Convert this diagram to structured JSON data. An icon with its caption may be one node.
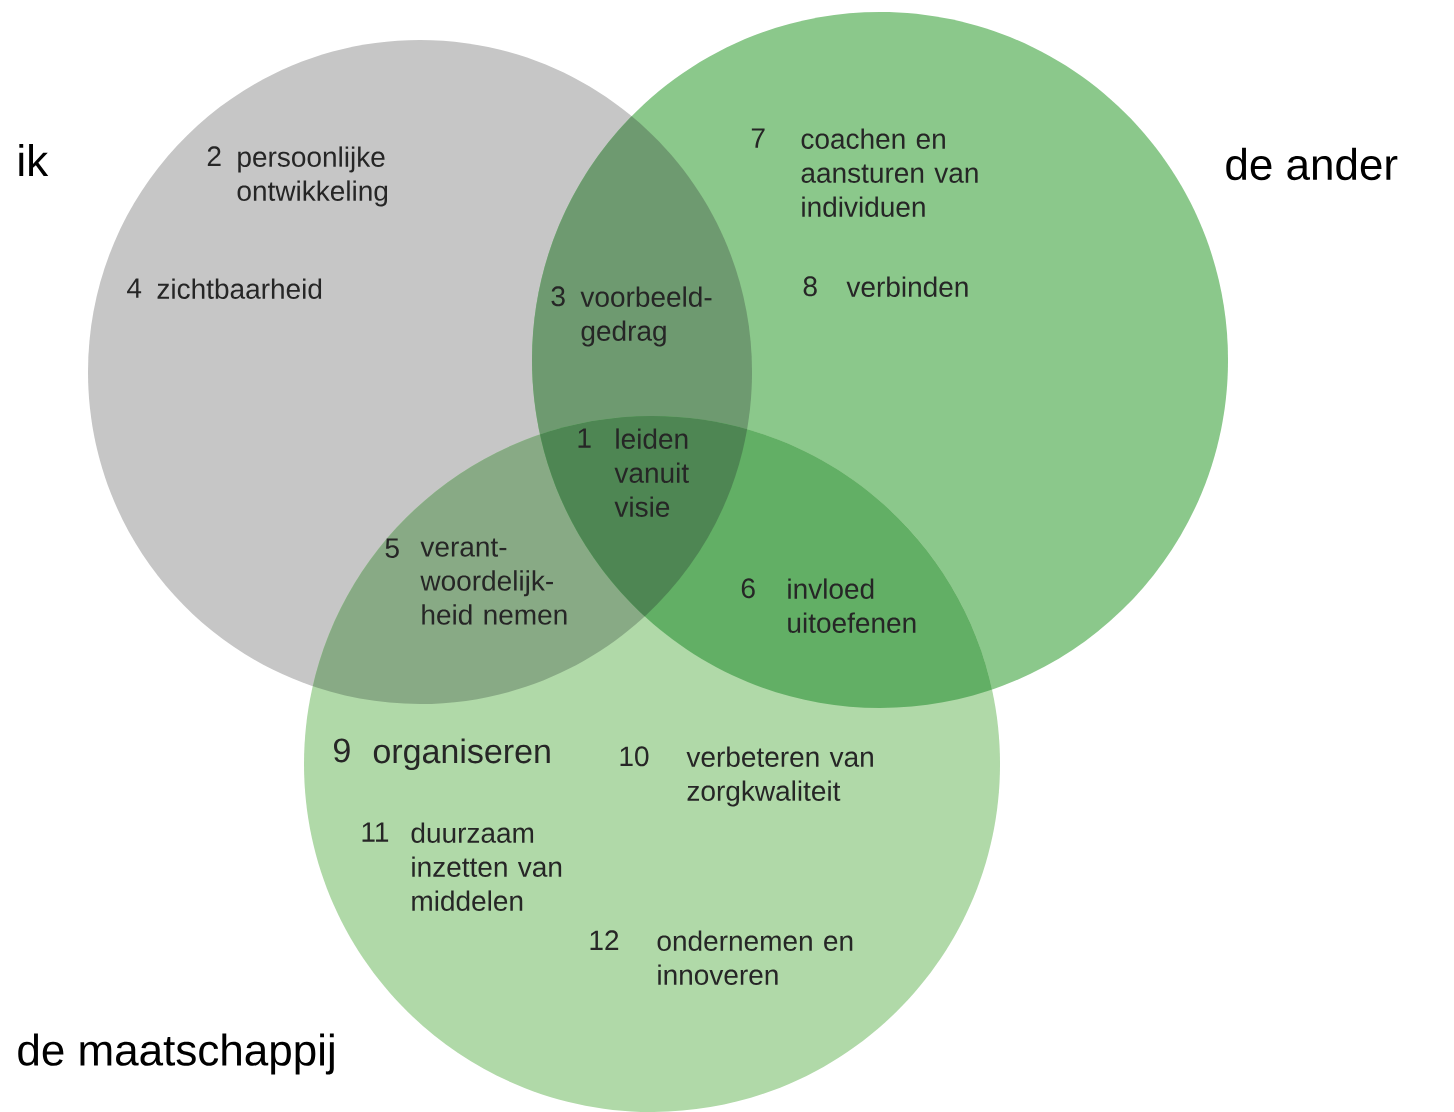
{
  "diagram": {
    "nodes": [
      {
        "text": [
          "ik"
        ]
      },
      {
        "text": [
          "de ander"
        ]
      },
      {
        "text": [
          "de maatschappij"
        ]
      }
    ],
    "labels": [
      "2",
      "persoonlijke ontwikkeling",
      "7",
      "coachen en aansturen van individuen",
      "4",
      "zichtbaarheid",
      "8",
      "verbinden",
      "3",
      "voorbeeld-gedrag",
      "1",
      "leiden vanuit visie",
      "5",
      "verant-woordelijk-heid nemen",
      "6",
      "invloed uitoefenen",
      "9",
      "organiseren",
      "10",
      "verbeteren van zorgkwaliteit",
      "11",
      "duurzaam inzetten van middelen",
      "12",
      "ondernemen en innoveren"
    ]
  }
}
